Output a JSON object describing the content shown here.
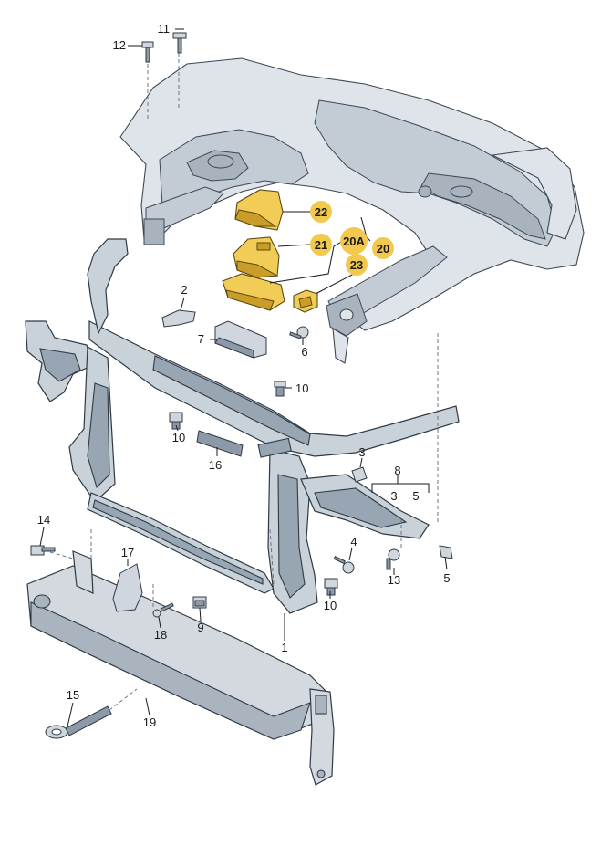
{
  "labels": {
    "p1": "1",
    "p2": "2",
    "p3a": "3",
    "p3b": "3",
    "p4": "4",
    "p5a": "5",
    "p5b": "5",
    "p6": "6",
    "p7": "7",
    "p8": "8",
    "p9": "9",
    "p10a": "10",
    "p10b": "10",
    "p10c": "10",
    "p11": "11",
    "p12": "12",
    "p13": "13",
    "p14": "14",
    "p15": "15",
    "p16": "16",
    "p17": "17",
    "p18": "18",
    "p19": "19"
  },
  "callouts": {
    "c20": "20",
    "c20a": "20A",
    "c21": "21",
    "c22": "22",
    "c23": "23"
  },
  "colors": {
    "highlight": "#f2c94c",
    "part_yellow": "#f1cd58",
    "body_gray": "#dfe4ea",
    "line": "#2f3a45"
  }
}
